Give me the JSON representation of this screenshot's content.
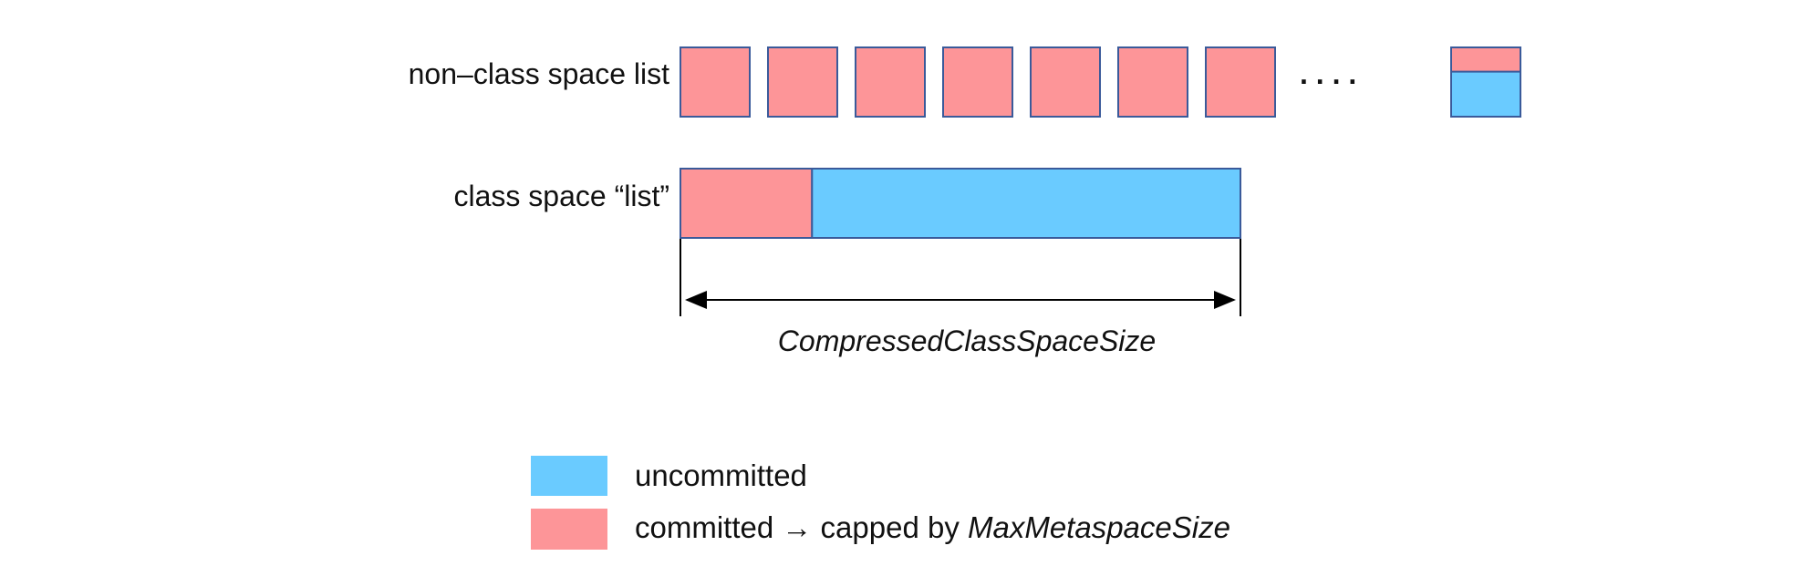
{
  "rows": {
    "nonclass_label": "non–class space list",
    "class_label": "class space “list”",
    "ellipsis": ". . . ."
  },
  "dimension": {
    "label": "CompressedClassSpaceSize"
  },
  "class_space_committed_fraction": 0.235,
  "last_nonclass_chunk_committed_fraction": 0.35,
  "nonclass_full_chunk_count": 7,
  "legend": {
    "uncommitted": "uncommitted",
    "committed_prefix": "committed → capped by ",
    "committed_italic": "MaxMetaspaceSize"
  },
  "colors": {
    "committed": "#fd9598",
    "uncommitted": "#6acbff",
    "border": "#3a5a9a"
  }
}
